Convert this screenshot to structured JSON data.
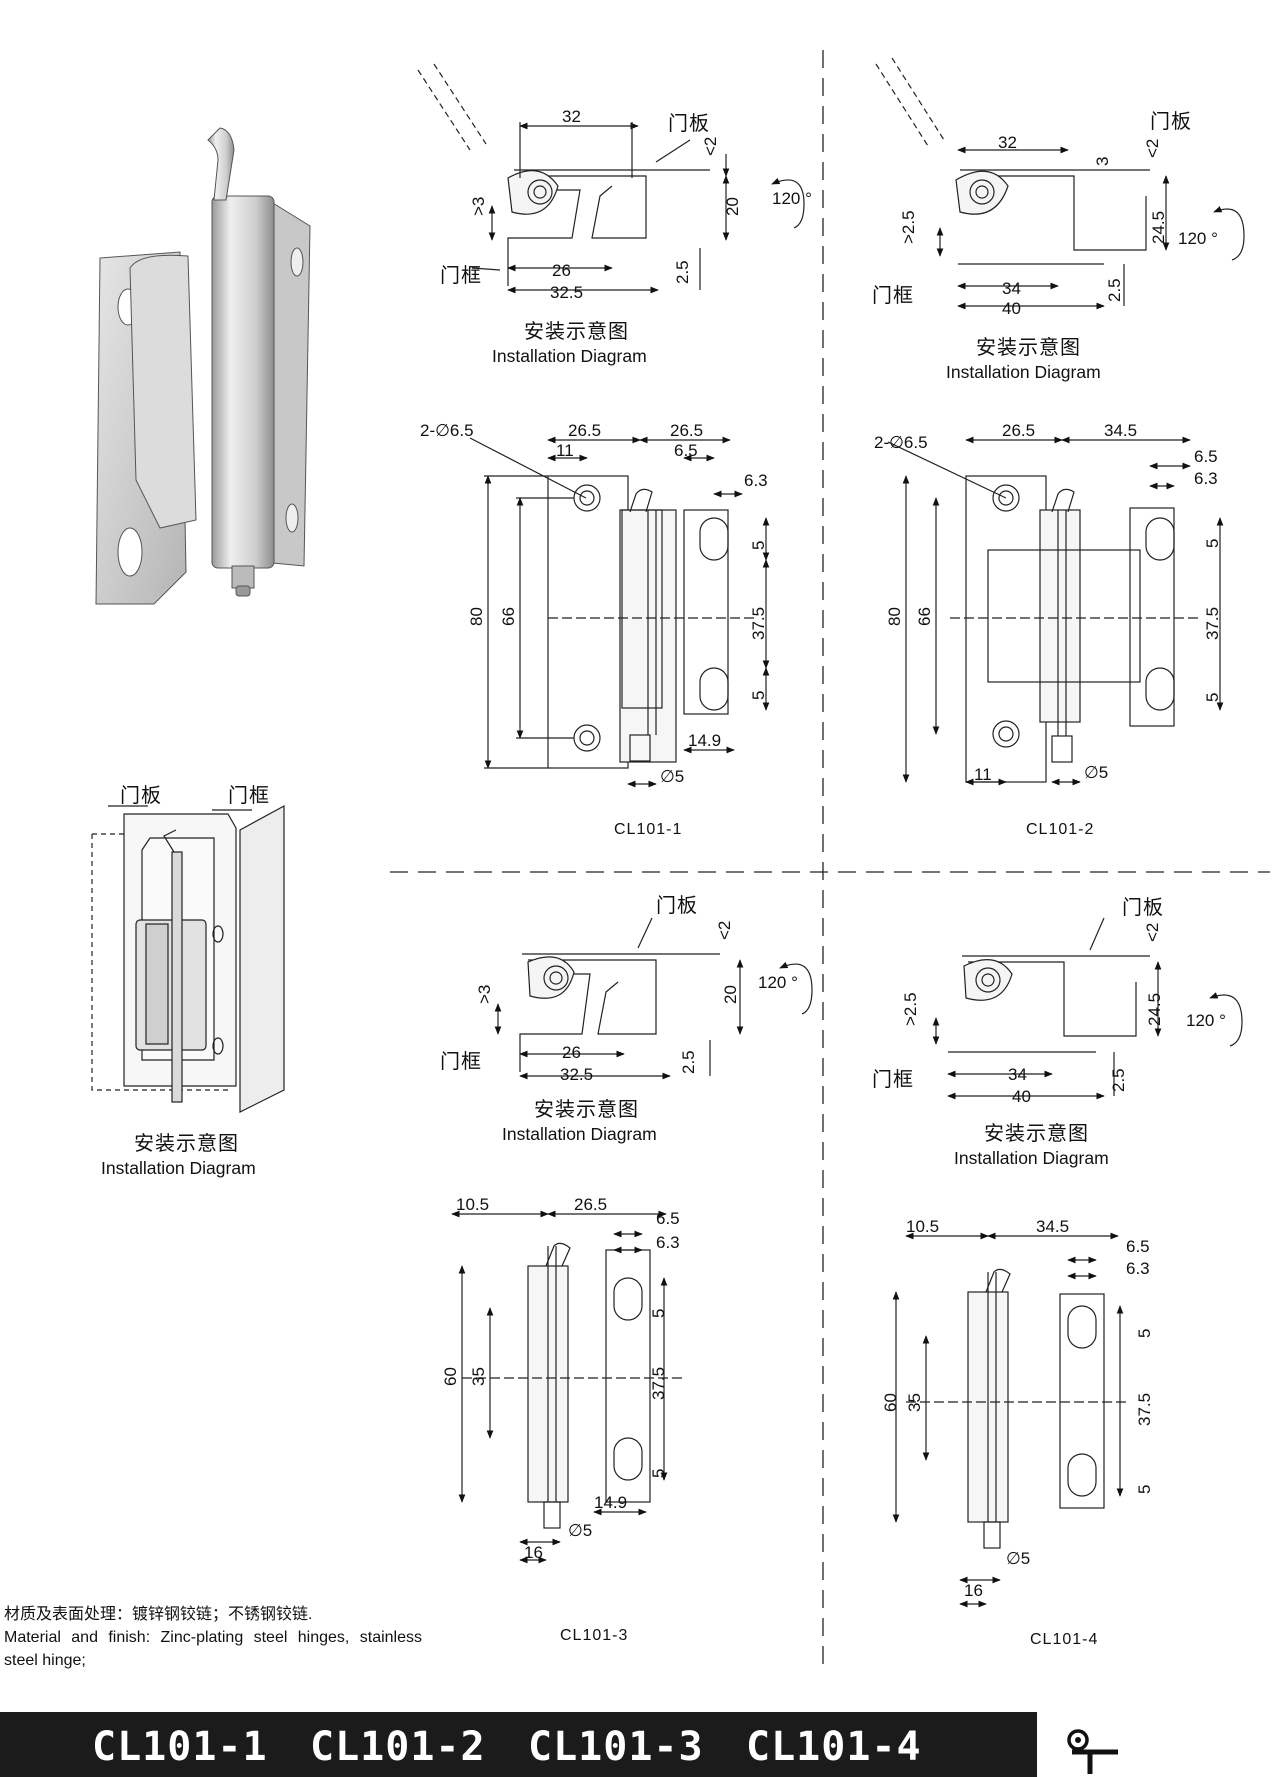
{
  "labels": {
    "door_panel": "门板",
    "door_frame": "门框",
    "install_cn": "安装示意图",
    "install_en": "Installation Diagram"
  },
  "models": [
    "CL101-1",
    "CL101-2",
    "CL101-3",
    "CL101-4"
  ],
  "dims": {
    "d32": "32",
    "d26": "26",
    "d32_5": "32.5",
    "d34": "34",
    "d40": "40",
    "gt3": ">3",
    "gt2_5": ">2.5",
    "lt2": "<2",
    "d20": "20",
    "d24_5": "24.5",
    "d2_5": "2.5",
    "d3": "3",
    "angle": "120 °",
    "holes": "2-∅6.5",
    "d26_5": "26.5",
    "d34_5": "34.5",
    "d11": "11",
    "d6_5": "6.5",
    "d6_3": "6.3",
    "d5": "5",
    "d37_5": "37.5",
    "d80": "80",
    "d66": "66",
    "d60": "60",
    "d35": "35",
    "d14_9": "14.9",
    "phi5": "∅5",
    "d10_5": "10.5",
    "d16": "16"
  },
  "notes": {
    "cn": "材质及表面处理：镀锌钢铰链；不锈钢铰链.",
    "en": "Material and finish: Zinc-plating steel hinges, stainless steel hinge;"
  },
  "footer": {
    "codes": [
      "CL101-1",
      "CL101-2",
      "CL101-3",
      "CL101-4"
    ]
  },
  "colors": {
    "footer_bg": "#1b1b1b",
    "ink": "#111111",
    "metal": "#d9d9d9"
  },
  "icons": {
    "logo": "brand-logo-icon"
  }
}
